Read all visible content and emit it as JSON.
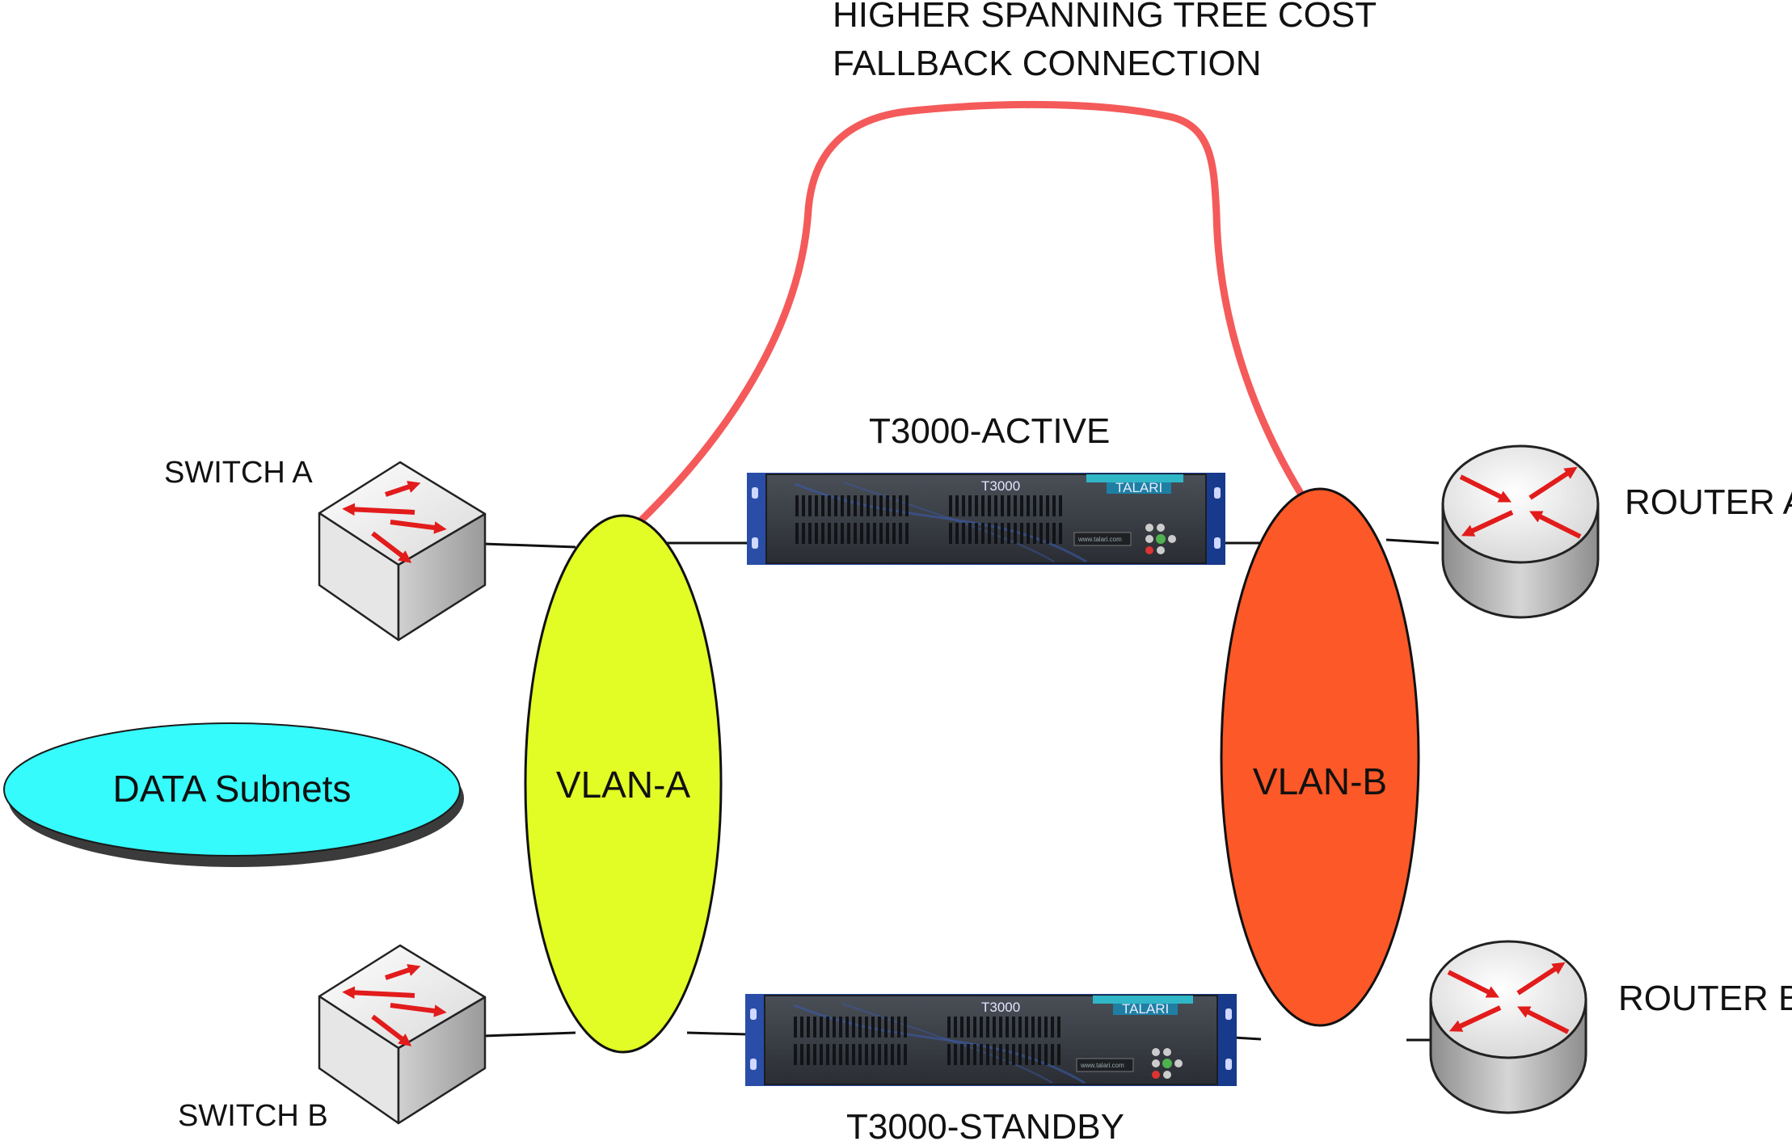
{
  "fallback_label": {
    "line1": "HIGHER SPANNING TREE  COST",
    "line2": "FALLBACK CONNECTION"
  },
  "switches": [
    {
      "label": "SWITCH A"
    },
    {
      "label": "SWITCH B"
    }
  ],
  "routers": [
    {
      "label": "ROUTER A"
    },
    {
      "label": "ROUTER B"
    }
  ],
  "data_subnets": {
    "label": "DATA Subnets",
    "color": "#35fbfd"
  },
  "vlans": [
    {
      "label": "VLAN-A",
      "color": "#e2fd26"
    },
    {
      "label": "VLAN-B",
      "color": "#fd5827"
    }
  ],
  "appliances": [
    {
      "label": "T3000-ACTIVE",
      "model": "T3000",
      "brand": "TALARI",
      "url": "www.talari.com"
    },
    {
      "label": "T3000-STANDBY",
      "model": "T3000",
      "brand": "TALARI",
      "url": "www.talari.com"
    }
  ],
  "colors": {
    "fallback_link": "#f45a5a",
    "link": "#111111",
    "arrow": "#e21b1b"
  }
}
